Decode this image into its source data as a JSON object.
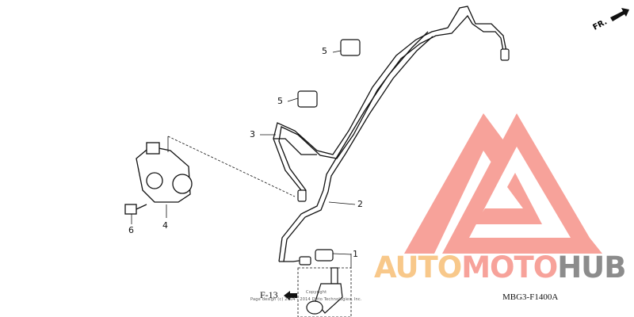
{
  "diagram": {
    "callouts": [
      "5",
      "5",
      "3",
      "2",
      "1",
      "4",
      "6"
    ],
    "front_label": "FR.",
    "reference": "F-13",
    "drawing_code": "MBG3-F1400A",
    "fine_print": "Page design (c) 2004 - 2014 Ditto Technologies, Inc.",
    "box_label": "Copyright"
  },
  "watermark": {
    "parts": [
      "AUTO",
      "MOTO",
      "HUB"
    ],
    "colors": {
      "auto": "#f8c88a",
      "moto": "#f7a29a",
      "hub": "#8c8c8c",
      "logo": "#f7a29a"
    }
  }
}
